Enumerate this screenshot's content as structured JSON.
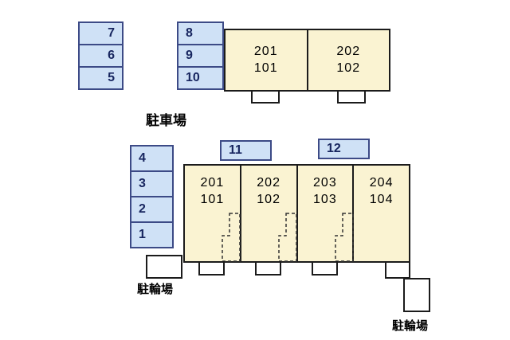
{
  "labels": {
    "parking_lot": "駐車場",
    "bike_parking_left": "駐輪場",
    "bike_parking_right": "駐輪場"
  },
  "colors": {
    "space_fill": "#cfe1f6",
    "space_border": "#3c4a86",
    "space_number": "#17255f",
    "building_fill": "#faf3d2",
    "building_border": "#1b1b1b"
  },
  "top_section": {
    "left_column_spaces": [
      "7",
      "6",
      "5"
    ],
    "inner_column_spaces": [
      "8",
      "9",
      "10"
    ],
    "building": {
      "units": [
        {
          "upper": "201",
          "lower": "101"
        },
        {
          "upper": "202",
          "lower": "102"
        }
      ]
    }
  },
  "bottom_section": {
    "left_column_spaces": [
      "4",
      "3",
      "2",
      "1"
    ],
    "top_spaces": [
      "11",
      "12"
    ],
    "building": {
      "units": [
        {
          "upper": "201",
          "lower": "101"
        },
        {
          "upper": "202",
          "lower": "102"
        },
        {
          "upper": "203",
          "lower": "103"
        },
        {
          "upper": "204",
          "lower": "104"
        }
      ]
    }
  }
}
